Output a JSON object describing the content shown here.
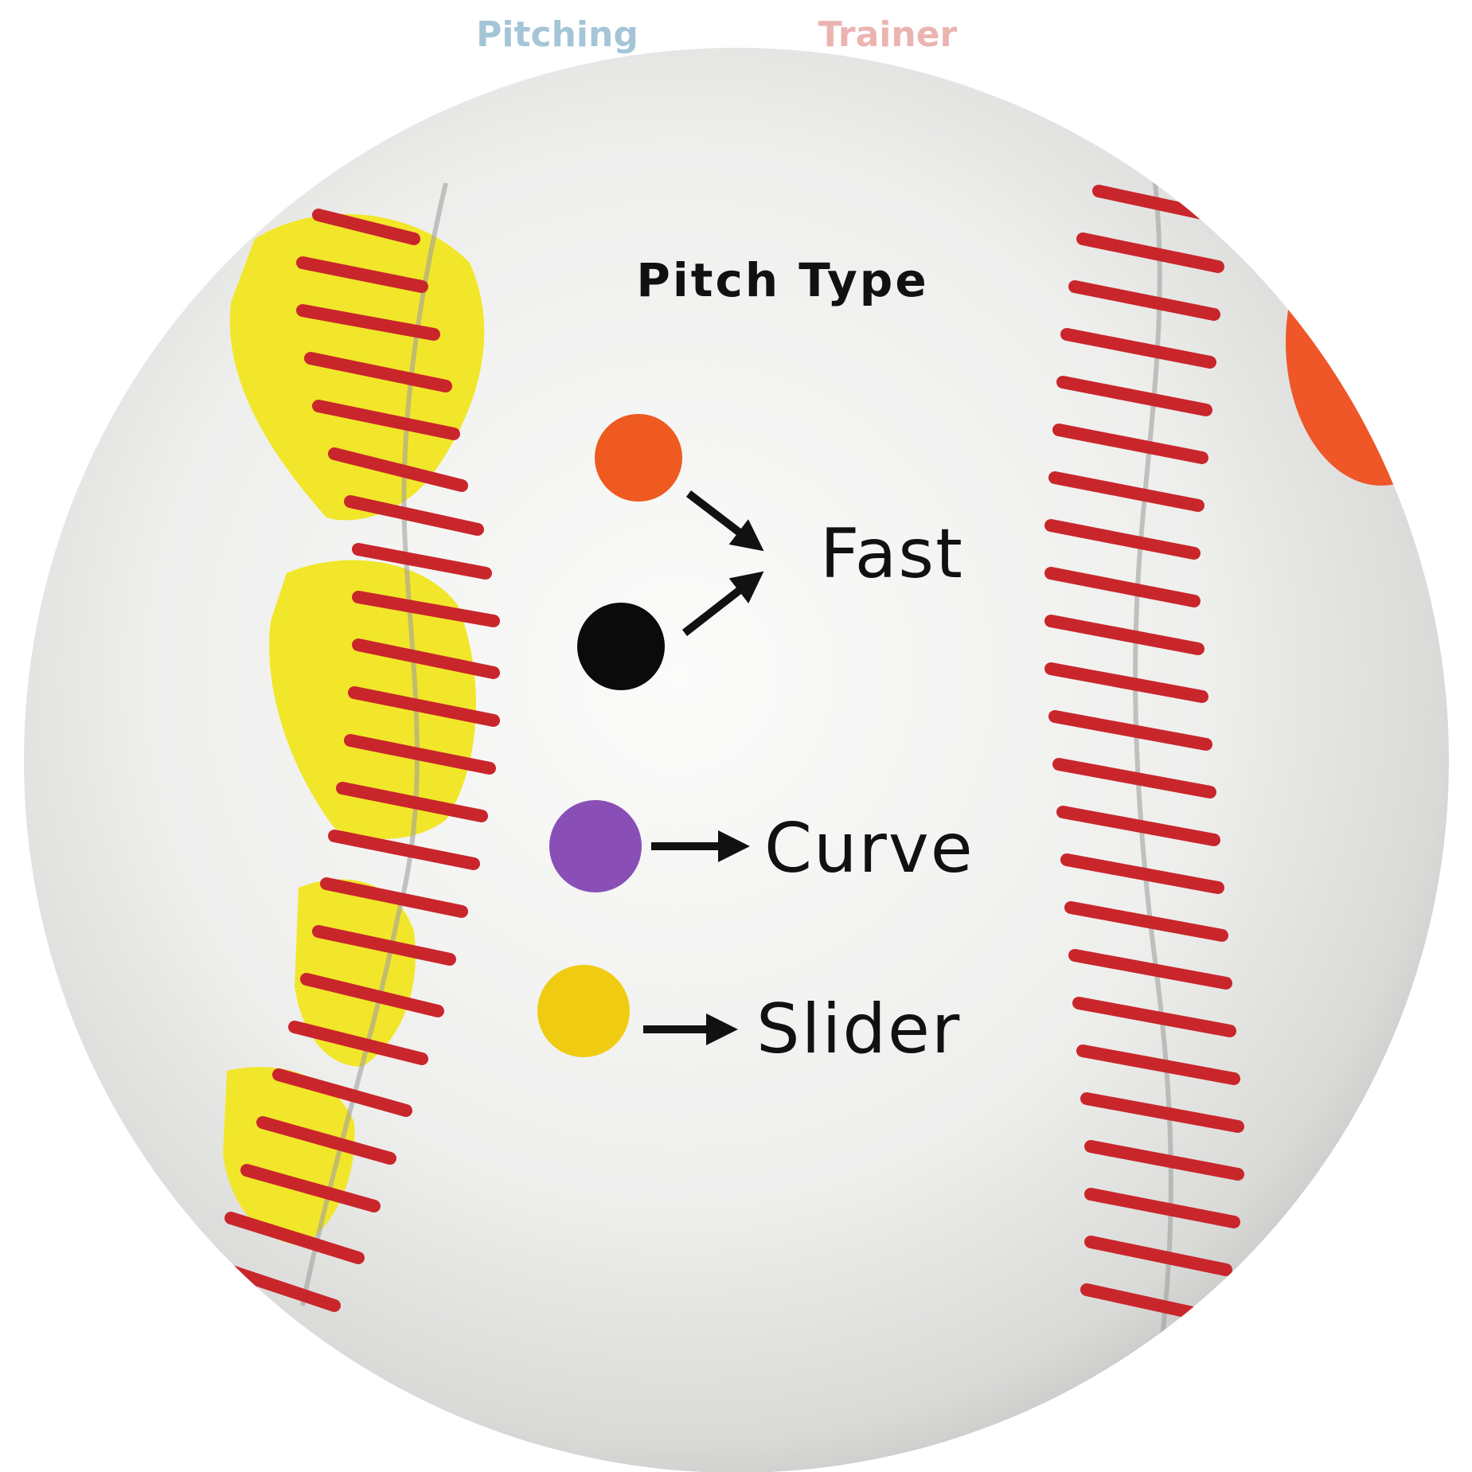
{
  "top_text": {
    "word_1": "Pitching",
    "word_2": "Trainer"
  },
  "legend": {
    "title": "Pitch Type",
    "fast_label": "Fast",
    "curve_label": "Curve",
    "slider_label": "Slider"
  },
  "colors": {
    "ball": "#f3f4f2",
    "stitch": "#c9262c",
    "seam": "#7a7a78",
    "marker_orange": "#ee5a1f",
    "marker_black": "#0b0b0b",
    "marker_purple": "#8a4fb6",
    "marker_yellow": "#efcc12",
    "yellow_patch": "#f2e62a",
    "orange_patch": "#ef4e1d",
    "text": "#111111"
  },
  "icons": {
    "orange_marker": "orange-dot-icon",
    "black_marker": "black-dot-icon",
    "purple_marker": "purple-dot-icon",
    "yellow_marker": "yellow-dot-icon",
    "arrow": "arrow-right-icon"
  }
}
